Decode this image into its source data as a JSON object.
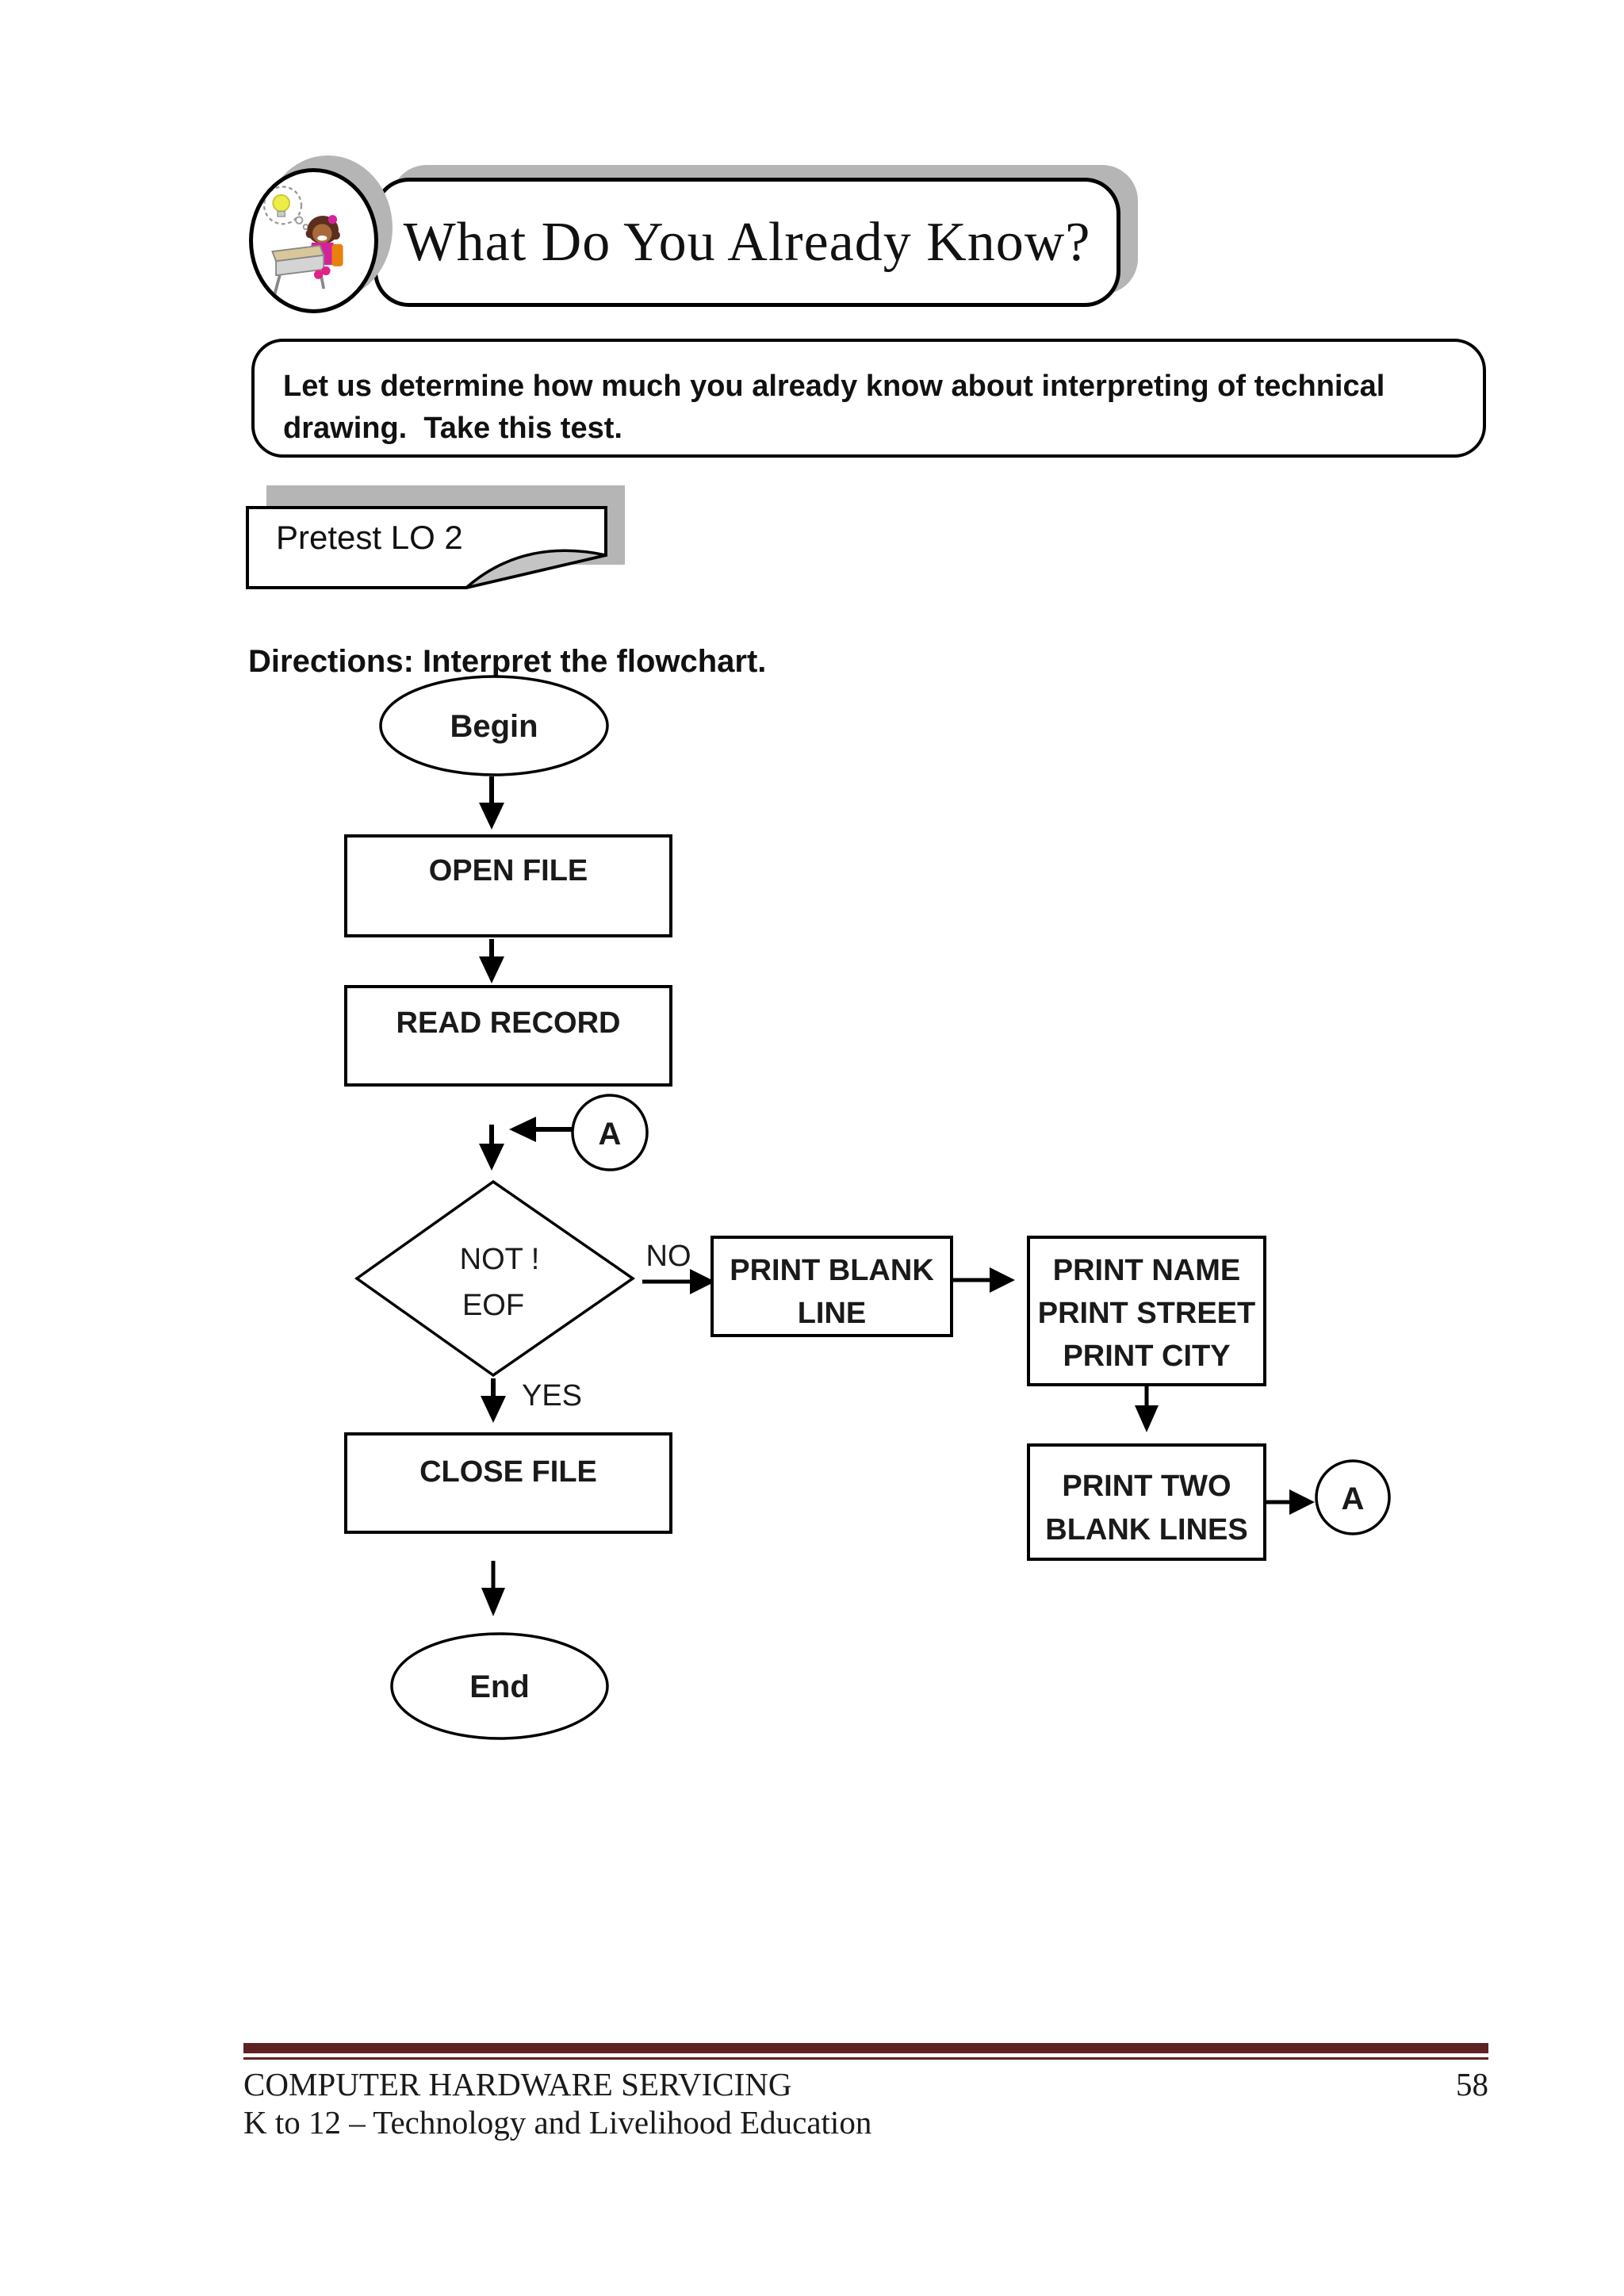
{
  "header": {
    "title": "What Do You Already Know?",
    "icon": "student-idea-lightbulb"
  },
  "intro": {
    "line1": "Let us determine how much you already know about interpreting of technical",
    "line2": "drawing.  Take this test."
  },
  "pretest": {
    "label": "Pretest LO 2"
  },
  "directions": {
    "label": "Directions: Interpret the flowchart."
  },
  "flowchart": {
    "begin": "Begin",
    "open_file": "OPEN FILE",
    "read_record": "READ RECORD",
    "connector_top": "A",
    "decision": {
      "line1": "NOT !",
      "line2": "EOF"
    },
    "no_label": "NO",
    "yes_label": "YES",
    "print_blank": {
      "line1": "PRINT BLANK",
      "line2": "LINE"
    },
    "print_name": {
      "line1": "PRINT NAME",
      "line2": "PRINT STREET",
      "line3": "PRINT CITY"
    },
    "print_two": {
      "line1": "PRINT TWO",
      "line2": "BLANK LINES"
    },
    "connector_right": "A",
    "close_file": "CLOSE FILE",
    "end": "End"
  },
  "footer": {
    "course": "COMPUTER HARDWARE SERVICING",
    "page_number": "58",
    "program": "K to 12 – Technology and Livelihood Education"
  },
  "colors": {
    "rule": "#5e2223",
    "shadow": "#b5b5b5",
    "ink": "#000000"
  }
}
